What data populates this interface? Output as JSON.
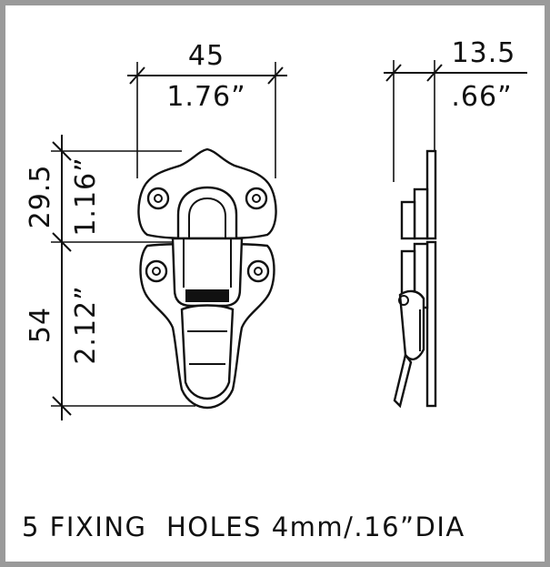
{
  "dimensions": {
    "width_mm": "45",
    "width_in": "1.76”",
    "depth_mm": "13.5",
    "depth_in": ".66”",
    "upper_mm": "29.5",
    "upper_in": "1.16”",
    "lower_mm": "54",
    "lower_in": "2.12”"
  },
  "caption": {
    "part1": "5 FIXING",
    "part2": "HOLES",
    "part3": "4mm/.16”DIA"
  }
}
